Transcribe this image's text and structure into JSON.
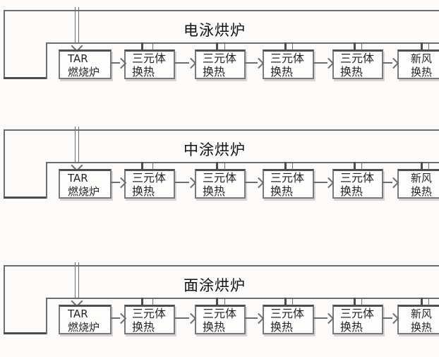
{
  "colors": {
    "line": "#6d6d6d",
    "dark_line": "#4c4c4c",
    "text": "#242424",
    "background": "#fcfbfa"
  },
  "sections": [
    {
      "title": "电泳烘炉"
    },
    {
      "title": "中涂烘炉"
    },
    {
      "title": "面涂烘炉"
    }
  ],
  "boxes": {
    "tar": {
      "line1": "TAR",
      "line2": "燃烧炉"
    },
    "heat_exchanger": {
      "line1": "三元体",
      "line2": "换热"
    },
    "fresh_air": {
      "line1": "新风",
      "line2": "换热"
    }
  }
}
